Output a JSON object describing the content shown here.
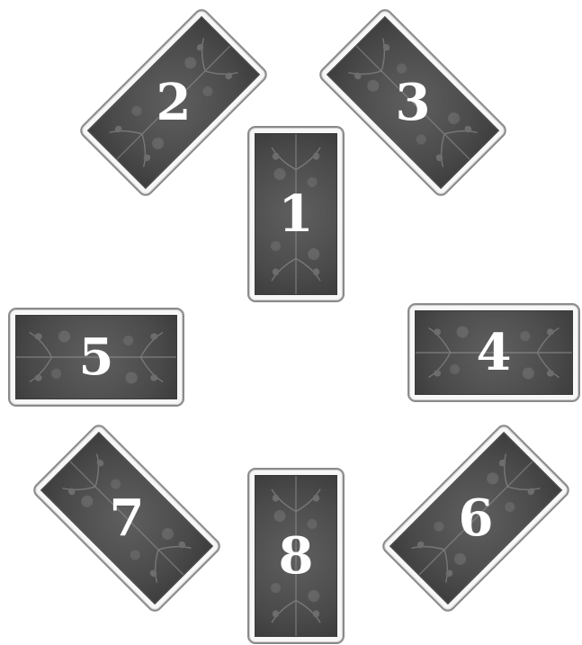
{
  "cards": [
    {
      "label": "1"
    },
    {
      "label": "2"
    },
    {
      "label": "3"
    },
    {
      "label": "4"
    },
    {
      "label": "5"
    },
    {
      "label": "6"
    },
    {
      "label": "7"
    },
    {
      "label": "8"
    }
  ]
}
